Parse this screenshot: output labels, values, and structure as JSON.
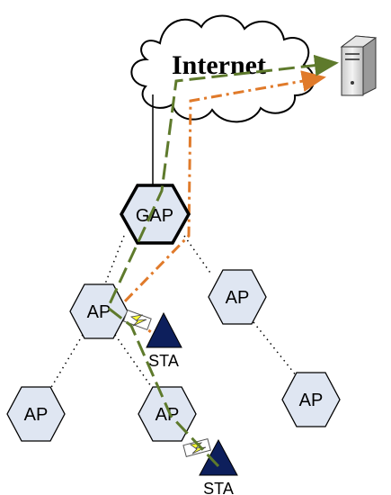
{
  "cloud": {
    "label": "Internet"
  },
  "gateway": {
    "label": "GAP"
  },
  "aps": [
    {
      "id": "ap1",
      "label": "AP"
    },
    {
      "id": "ap2",
      "label": "AP"
    },
    {
      "id": "ap3",
      "label": "AP"
    },
    {
      "id": "ap4",
      "label": "AP"
    },
    {
      "id": "ap5",
      "label": "AP"
    }
  ],
  "stations": [
    {
      "id": "sta1",
      "label": "STA"
    },
    {
      "id": "sta2",
      "label": "STA"
    }
  ],
  "colors": {
    "node_fill": "#dfe6f2",
    "station_fill": "#0d1f5c",
    "path_green": "#5e7a2c",
    "path_orange": "#e07a2a",
    "lightning": "#ffff33"
  },
  "icons": {
    "server": "server-icon",
    "cloud": "cloud-icon",
    "wireless": "wireless-link-icon"
  }
}
